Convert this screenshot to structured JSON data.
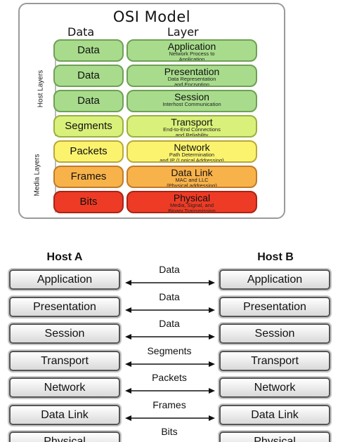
{
  "osi": {
    "title": "OSI Model",
    "col_data": "Data",
    "col_layer": "Layer",
    "host_layers_label": "Host Layers",
    "media_layers_label": "Media Layers",
    "rows": [
      {
        "data": "Data",
        "layer": "Application",
        "desc1": "Network Process to",
        "desc2": "Application",
        "fill": "#a8dc8c",
        "border": "#6fa055"
      },
      {
        "data": "Data",
        "layer": "Presentation",
        "desc1": "Data Representation",
        "desc2": "and Encryption",
        "fill": "#a8dc8c",
        "border": "#6fa055"
      },
      {
        "data": "Data",
        "layer": "Session",
        "desc1": "Interhost Communication",
        "desc2": "",
        "fill": "#a8dc8c",
        "border": "#6fa055"
      },
      {
        "data": "Segments",
        "layer": "Transport",
        "desc1": "End-to-End Connections",
        "desc2": "and Reliability",
        "fill": "#d9f07a",
        "border": "#9ab040"
      },
      {
        "data": "Packets",
        "layer": "Network",
        "desc1": "Path Determination",
        "desc2": "and IP (Logical Addressing)",
        "fill": "#fbf36e",
        "border": "#b8a83a"
      },
      {
        "data": "Frames",
        "layer": "Data Link",
        "desc1": "MAC and LLC",
        "desc2": "(Physical addressing)",
        "fill": "#f8b24a",
        "border": "#c07a2a"
      },
      {
        "data": "Bits",
        "layer": "Physical",
        "desc1": "Media, Signal, and",
        "desc2": "Binary Transmission",
        "fill": "#ee3b25",
        "border": "#a82515"
      }
    ]
  },
  "peer": {
    "host_a": "Host A",
    "host_b": "Host B",
    "layers": [
      "Application",
      "Presentation",
      "Session",
      "Transport",
      "Network",
      "Data Link",
      "Physical"
    ],
    "pdus": [
      "Data",
      "Data",
      "Data",
      "Segments",
      "Packets",
      "Frames",
      "Bits"
    ]
  }
}
